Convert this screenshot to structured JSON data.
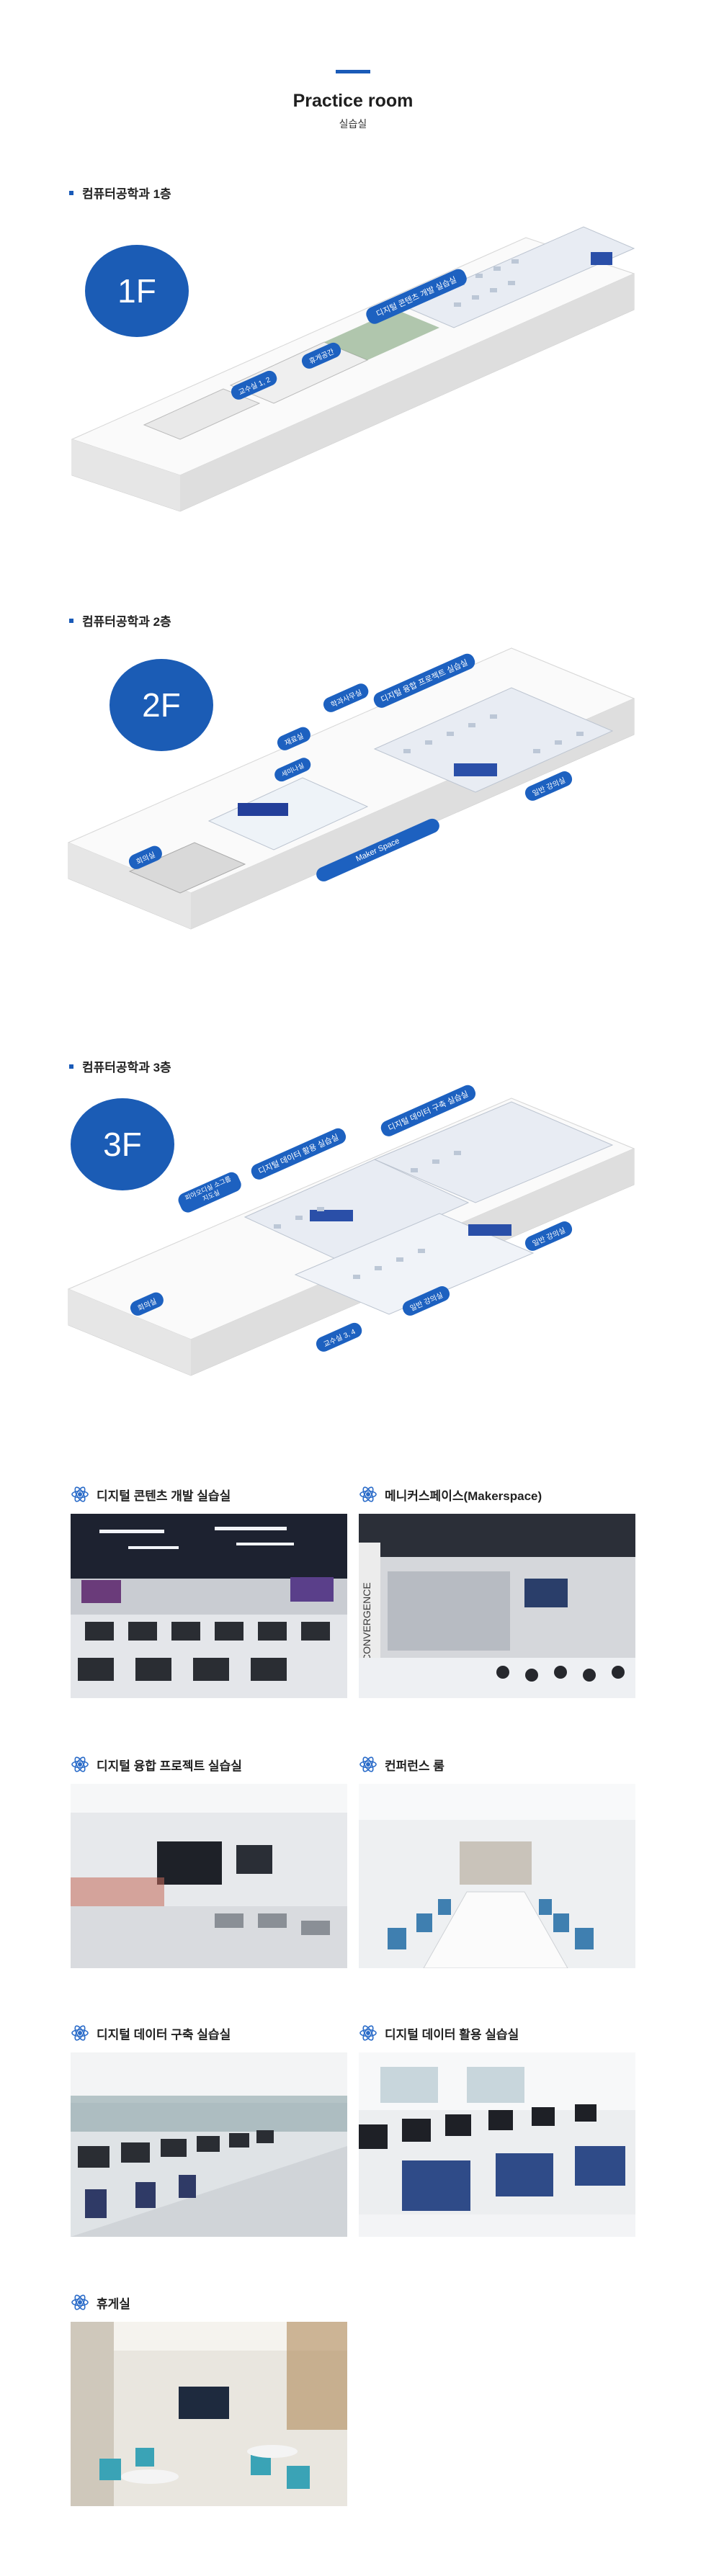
{
  "header": {
    "title": "Practice room",
    "subtitle": "실습실"
  },
  "floors": [
    {
      "heading": "컴퓨터공학과 1층",
      "badge": "1F",
      "labels": [
        "교수실 1, 2",
        "휴게공간",
        "디지털 콘텐츠 개발 실습실"
      ]
    },
    {
      "heading": "컴퓨터공학과 2층",
      "badge": "2F",
      "labels": [
        "회의실",
        "세미나실",
        "재료실",
        "학과사무실",
        "디지털 융합 프로젝트 실습실",
        "일반 강의실",
        "Maker Space"
      ]
    },
    {
      "heading": "컴퓨터공학과 3층",
      "badge": "3F",
      "labels": [
        "회의실",
        "피아오디실 소그룹지도실",
        "디지털 데이터 활용 실습실",
        "디지털 데이터 구축 실습실",
        "일반 강의실",
        "일반 강의실",
        "교수실 3, 4"
      ]
    }
  ],
  "gallery": [
    {
      "label": "디지털 콘텐츠 개발 실습실"
    },
    {
      "label": "메니커스페이스(Makerspace)"
    },
    {
      "label": "디지털 융합 프로젝트 실습실"
    },
    {
      "label": "컨퍼런스 룸"
    },
    {
      "label": "디지털 데이터 구축 실습실"
    },
    {
      "label": "디지털 데이터 활용 실습실"
    },
    {
      "label": "휴게실"
    }
  ],
  "wall_text": "CONVERGENCE",
  "colors": {
    "accent": "#1b5cb5",
    "pill": "#1d61c0"
  }
}
